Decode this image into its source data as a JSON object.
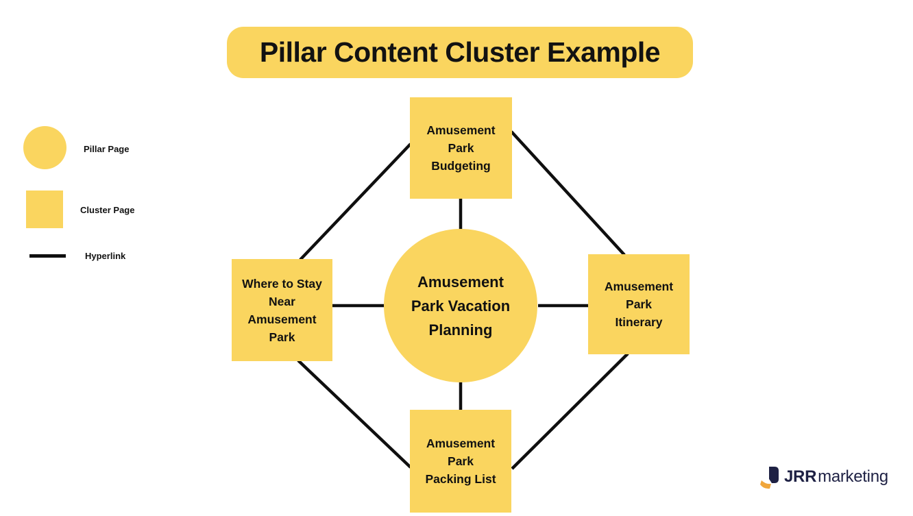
{
  "title": "Pillar Content Cluster Example",
  "legend": [
    {
      "symbol": "pillar-circle",
      "label": "Pillar Page"
    },
    {
      "symbol": "cluster-square",
      "label": "Cluster Page"
    },
    {
      "symbol": "hyperlink-line",
      "label": "Hyperlink"
    }
  ],
  "diagram": {
    "pillar": {
      "label": "Amusement\nPark Vacation\nPlanning"
    },
    "clusters": {
      "top": {
        "label": "Amusement\nPark\nBudgeting"
      },
      "right": {
        "label": "Amusement\nPark\nItinerary"
      },
      "bottom": {
        "label": "Amusement\nPark\nPacking List"
      },
      "left": {
        "label": "Where to Stay\nNear\nAmusement\nPark"
      }
    }
  },
  "logo": {
    "name_bold": "JRR",
    "name_regular": "marketing"
  },
  "colors": {
    "accent_yellow": "#FAD55F",
    "connector_black": "#0F0F0F",
    "text_black": "#111111",
    "logo_navy": "#1E2144",
    "logo_orange": "#F0A63C"
  }
}
